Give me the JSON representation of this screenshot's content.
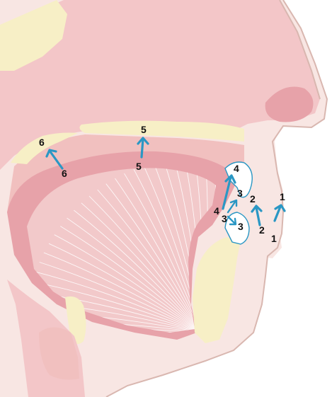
{
  "labels": {
    "upper": [
      "1",
      "2",
      "3",
      "4",
      "5",
      "6"
    ],
    "lower": [
      "1",
      "2",
      "3",
      "3",
      "4",
      "5",
      "6"
    ]
  },
  "colors": {
    "skin": "#f8e6e3",
    "tissue": "#f3c6c8",
    "palate": "#f1c0bf",
    "tongue_band": "#e7a2a9",
    "tongue_body": "#f2c9ca",
    "bone": "#f7efc6",
    "airway": "#bfe3f3",
    "arrow": "#2a97c4",
    "outline": "#d9b7b0"
  }
}
